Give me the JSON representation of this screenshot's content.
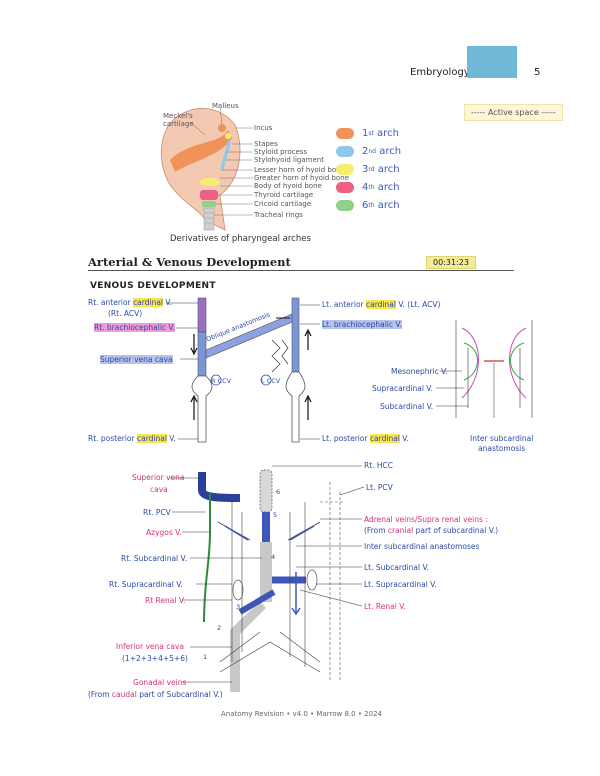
{
  "header": {
    "title": "Embryology",
    "page": "5",
    "active_space": "----- Active space -----"
  },
  "arches": {
    "labels": [
      "Meckel's cartilage",
      "Malleus",
      "Incus",
      "Stapes",
      "Styloid process",
      "Stylohyoid ligament",
      "Lesser horn of hyoid bone",
      "Greater horn of hyoid bone",
      "Body of hyoid bone",
      "Thyroid cartilage",
      "Cricoid cartilage",
      "Tracheal rings"
    ],
    "caption": "Derivatives of pharyngeal arches",
    "legend": [
      {
        "num": "1",
        "sup": "st",
        "word": "arch",
        "color": "#f0935b"
      },
      {
        "num": "2",
        "sup": "nd",
        "word": "arch",
        "color": "#8ec9ec"
      },
      {
        "num": "3",
        "sup": "rd",
        "word": "arch",
        "color": "#f6ee6f"
      },
      {
        "num": "4",
        "sup": "th",
        "word": "arch",
        "color": "#ee5f83"
      },
      {
        "num": "6",
        "sup": "th",
        "word": "arch",
        "color": "#8fd08a"
      }
    ]
  },
  "section": {
    "title": "Arterial & Venous Development",
    "time": "00:31:23"
  },
  "venous": {
    "heading": "VENOUS DEVELOPMENT",
    "rt_ant_a": "Rt. anterior ",
    "rt_ant_hl": "cardinal",
    "rt_ant_b": " V.",
    "rt_ant_sub": "(Rt. ACV)",
    "rt_brachio": "Rt. brachiocephalic V.",
    "svc": "Superior vena cava",
    "rccv": "R CCV",
    "lccv": "L CCV",
    "oblique": "Oblique anastomosis",
    "lt_ant_a": "Lt. anterior ",
    "lt_ant_hl": "cardinal",
    "lt_ant_b": " V. (Lt. ACV)",
    "lt_brachio": "Lt. brachiocephalic V.",
    "rt_post_a": "Rt. posterior ",
    "rt_post_hl": "cardinal",
    "rt_post_b": " V.",
    "lt_post_a": "Lt. posterior ",
    "lt_post_hl": "cardinal",
    "lt_post_b": " V.",
    "mesonephric": "Mesonephric V.",
    "supracardinal": "Supracardinal V.",
    "subcardinal": "Subcardinal V.",
    "inter_sub_1": "Inter subcardinal",
    "inter_sub_2": "anastomosis"
  },
  "ivc": {
    "svc_1": "Superior vena",
    "svc_2": "cava",
    "rt_pcv": "Rt. PCV",
    "azygos": "Azygos V.",
    "rt_subcard": "Rt. Subcardinal V.",
    "rt_supracard": "Rt. Supracardinal V.",
    "rt_renal": "Rt Renal V.",
    "ivc_1": "Inferior vena cava",
    "ivc_2": "(1+2+3+4+5+6)",
    "gonadal_1": "Gonadal veins",
    "gonadal_2a": "(From ",
    "gonadal_2b": "caudal",
    "gonadal_2c": " part of Subcardinal V.)",
    "rt_hcc": "Rt. HCC",
    "lt_pcv": "Lt. PCV",
    "adrenal_1": "Adrenal veins/Supra renal veins :",
    "adrenal_2a": "(From ",
    "adrenal_2b": "cranial",
    "adrenal_2c": " part of subcardinal V.)",
    "inter_sub": "Inter subcardinal anastomoses",
    "lt_subcard": "Lt. Subcardinal V.",
    "lt_supracard": "Lt. Supracardinal V.",
    "lt_renal": "Lt. Renal V.",
    "nums": [
      "1",
      "2",
      "3",
      "4",
      "5",
      "6"
    ]
  },
  "footer": "Anatomy Revision • v4.0 • Marrow 8.0 • 2024"
}
